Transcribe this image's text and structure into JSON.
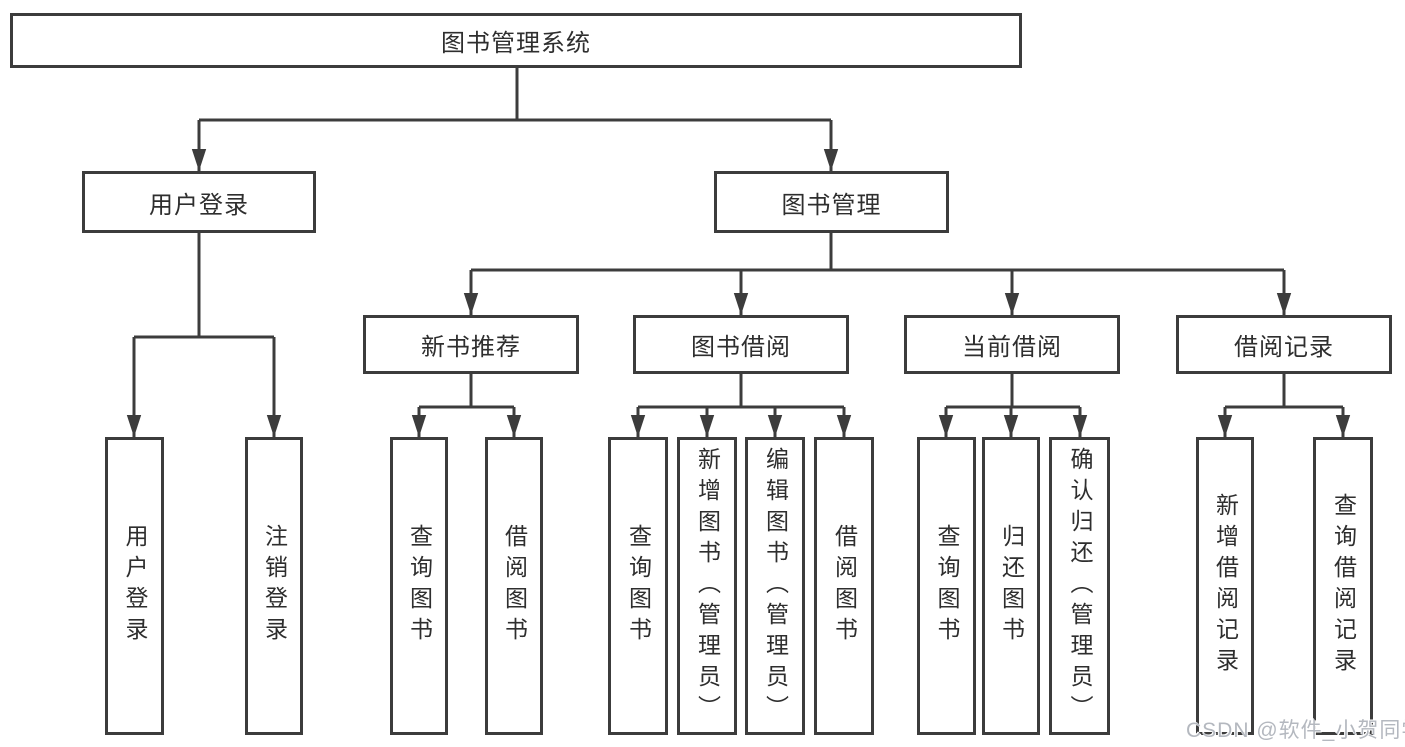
{
  "tree": {
    "root": {
      "label": "图书管理系统"
    },
    "branches": [
      {
        "label": "用户登录",
        "children": [
          {
            "label": "用户登录"
          },
          {
            "label": "注销登录"
          }
        ]
      },
      {
        "label": "图书管理",
        "groups": [
          {
            "label": "新书推荐",
            "children": [
              {
                "label": "查询图书"
              },
              {
                "label": "借阅图书"
              }
            ]
          },
          {
            "label": "图书借阅",
            "children": [
              {
                "label": "查询图书"
              },
              {
                "label": "新增图书（管理员）"
              },
              {
                "label": "编辑图书（管理员）"
              },
              {
                "label": "借阅图书"
              }
            ]
          },
          {
            "label": "当前借阅",
            "children": [
              {
                "label": "查询图书"
              },
              {
                "label": "归还图书"
              },
              {
                "label": "确认归还（管理员）"
              }
            ]
          },
          {
            "label": "借阅记录",
            "children": [
              {
                "label": "新增借阅记录"
              },
              {
                "label": "查询借阅记录"
              }
            ]
          }
        ]
      }
    ]
  },
  "watermark": {
    "text": "CSDN @软件_小贺同学"
  },
  "colors": {
    "line": "#3c3c3c",
    "box_border": "#3c3c3c",
    "box_fill": "#ffffff",
    "text": "#2e2e2e",
    "background": "#ffffff",
    "watermark_text": "#b4b8bf"
  }
}
